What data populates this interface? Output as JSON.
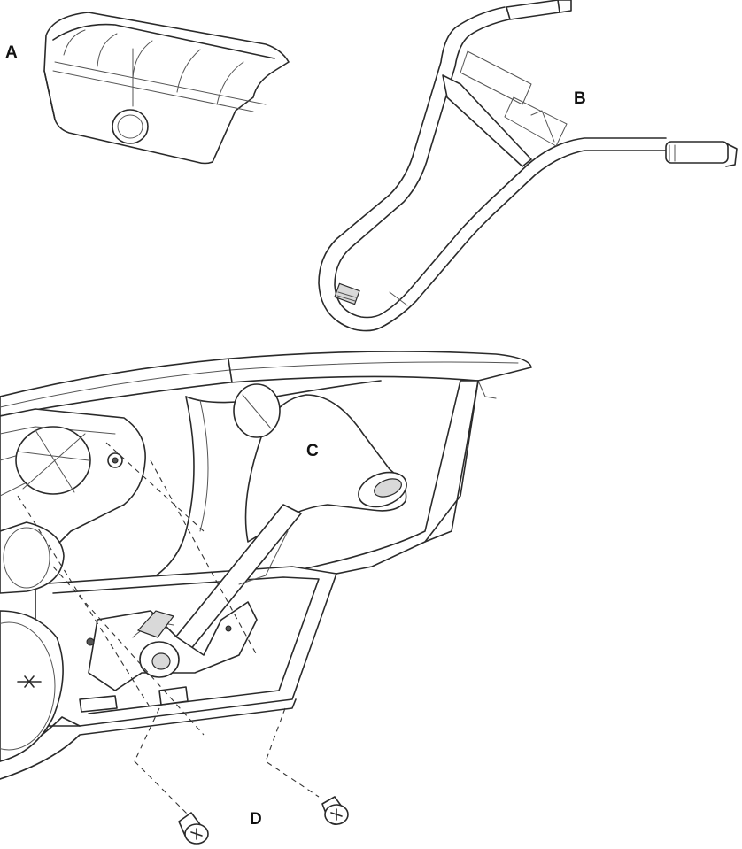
{
  "diagram": {
    "labels": {
      "a": "A",
      "b": "B",
      "c": "C",
      "d": "D"
    }
  }
}
